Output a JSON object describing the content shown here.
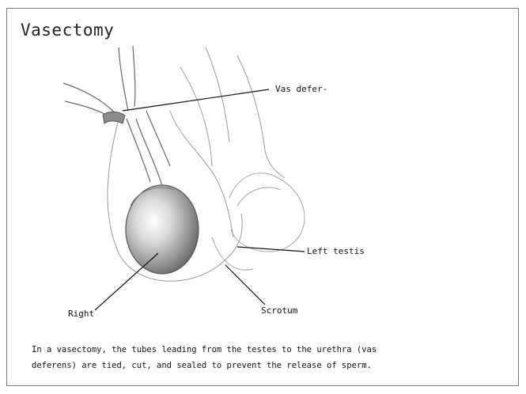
{
  "title": "Vasectomy",
  "labels": {
    "vas_deferens": "Vas defer-",
    "left_testis": "Left testis",
    "right": "Right",
    "scrotum": "Scrotum"
  },
  "caption": {
    "line1": "In a vasectomy, the tubes leading from the testes to the urethra (vas",
    "line2": "deferens) are tied, cut, and sealed to prevent the release of sperm."
  }
}
